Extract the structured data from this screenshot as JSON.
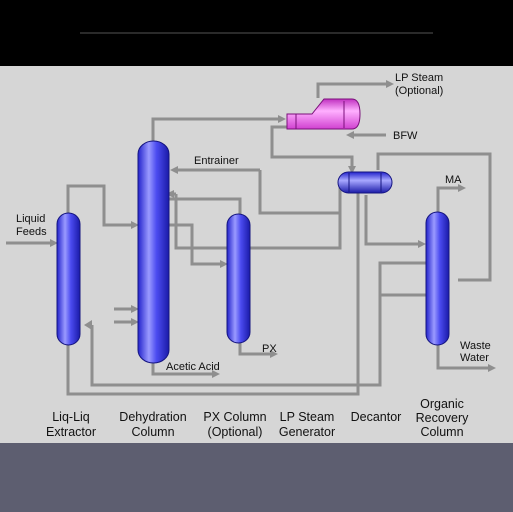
{
  "diagram": {
    "stream_labels": {
      "lp_steam": [
        "LP Steam",
        "(Optional)"
      ],
      "bfw": "BFW",
      "entrainer": "Entrainer",
      "ma": "MA",
      "liquid_feeds": [
        "Liquid",
        "Feeds"
      ],
      "px": "PX",
      "acetic_acid": "Acetic Acid",
      "waste_water": [
        "Waste",
        "Water"
      ]
    },
    "equipment_captions": {
      "extractor": [
        "Liq-Liq",
        "Extractor"
      ],
      "dehydration": [
        "Dehydration",
        "Column"
      ],
      "px_column": [
        "PX Column",
        "(Optional)"
      ],
      "steam_generator": [
        "LP Steam",
        "Generator"
      ],
      "decantor": [
        "Decantor"
      ],
      "organic_recovery": [
        "Organic",
        "Recovery",
        "Column"
      ]
    },
    "colors": {
      "panel": "#d6d6d6",
      "pipe": "#8f8f8f",
      "column": "#4b4bf0",
      "steam_generator": "#ee55ee",
      "footer": "#5d5e70",
      "header": "#000000"
    }
  }
}
